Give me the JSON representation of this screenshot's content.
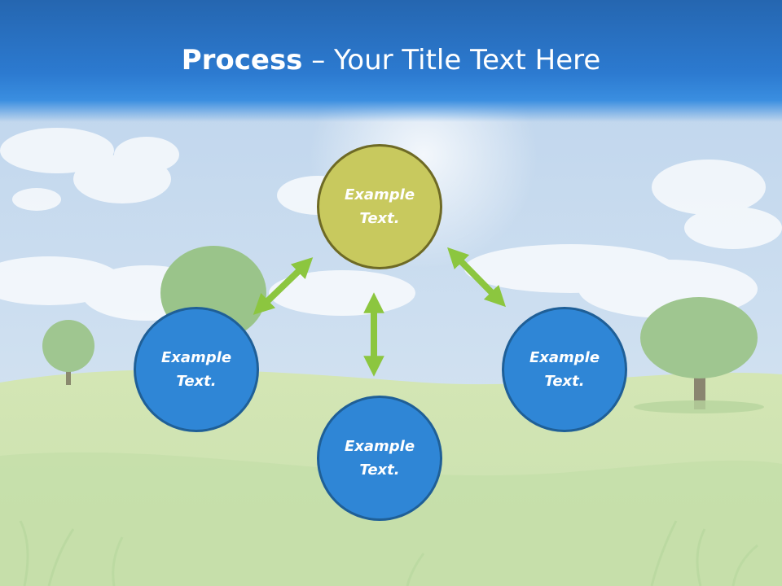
{
  "slide": {
    "title_bold": "Process",
    "title_rest": " – Your Title Text Here"
  },
  "nodes": [
    {
      "id": "top",
      "line1": "Example",
      "line2": "Text.",
      "color": "#c8c95e"
    },
    {
      "id": "left",
      "line1": "Example",
      "line2": "Text.",
      "color": "#2f86d6"
    },
    {
      "id": "right",
      "line1": "Example",
      "line2": "Text.",
      "color": "#2f86d6"
    },
    {
      "id": "bottom",
      "line1": "Example",
      "line2": "Text.",
      "color": "#2f86d6"
    }
  ],
  "colors": {
    "title_band": "#2c7ad0",
    "arrow": "#8cc63f",
    "node_border": "#1f5f97",
    "top_node_border": "#6e6a25"
  }
}
